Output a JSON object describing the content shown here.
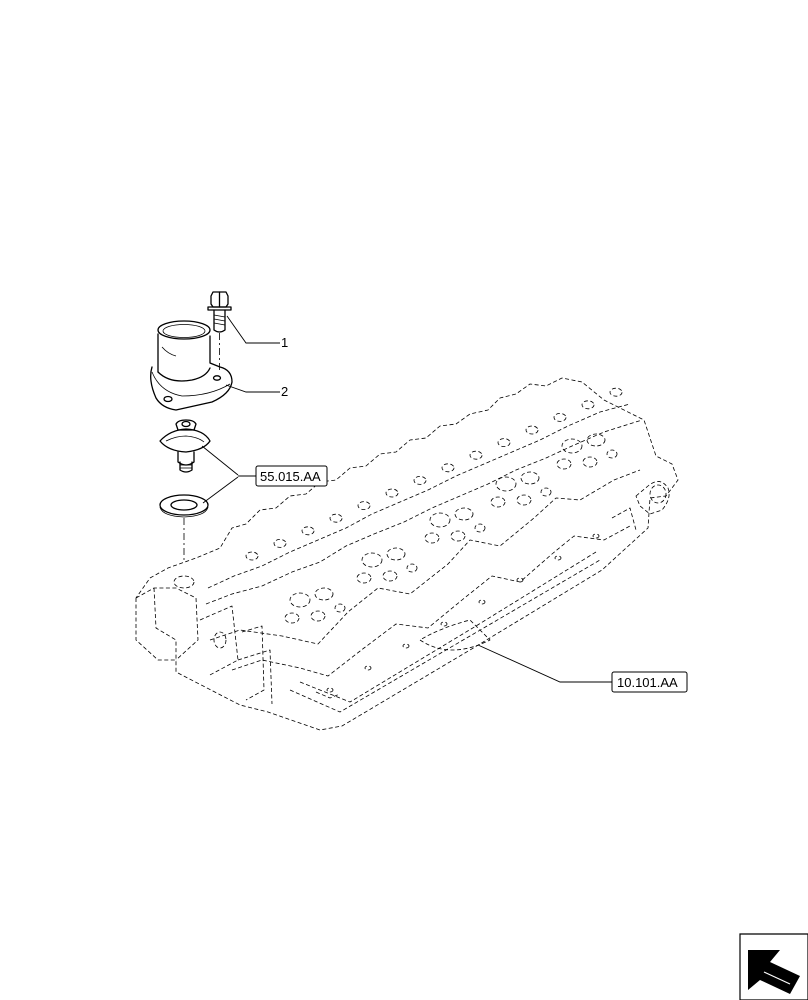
{
  "callouts": {
    "part_1": "1",
    "part_2": "2"
  },
  "references": {
    "thermostat_ref": "55.015.AA",
    "cylinder_head_ref": "10.101.AA"
  },
  "icons": {
    "navigation": "arrow-icon"
  }
}
